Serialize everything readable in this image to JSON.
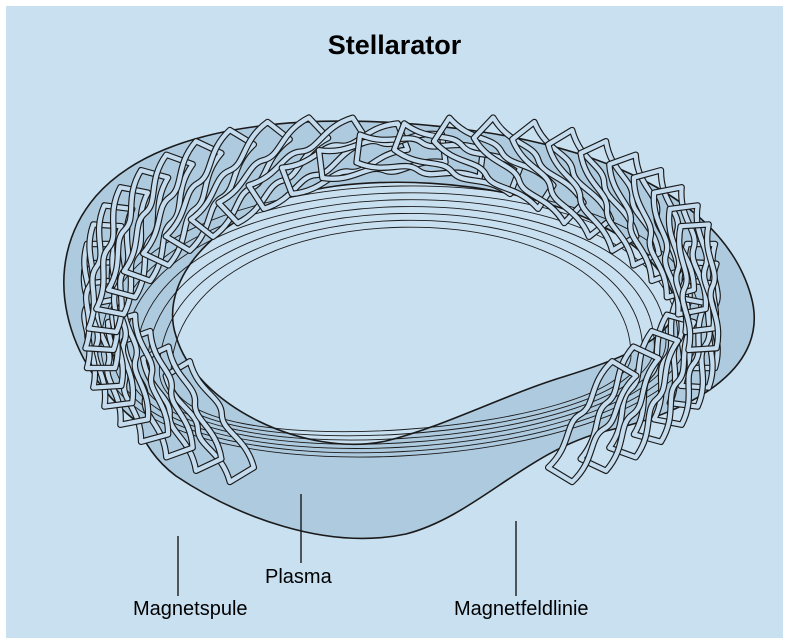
{
  "title": "Stellarator",
  "labels": {
    "coil": "Magnetspule",
    "plasma": "Plasma",
    "field_line": "Magnetfeldlinie"
  },
  "colors": {
    "background": "#c9e0f1",
    "plasma_fill": "#aecadf",
    "coil_fill": "#c4dcee",
    "stroke": "#1a1a1a"
  },
  "coil_count": 50
}
